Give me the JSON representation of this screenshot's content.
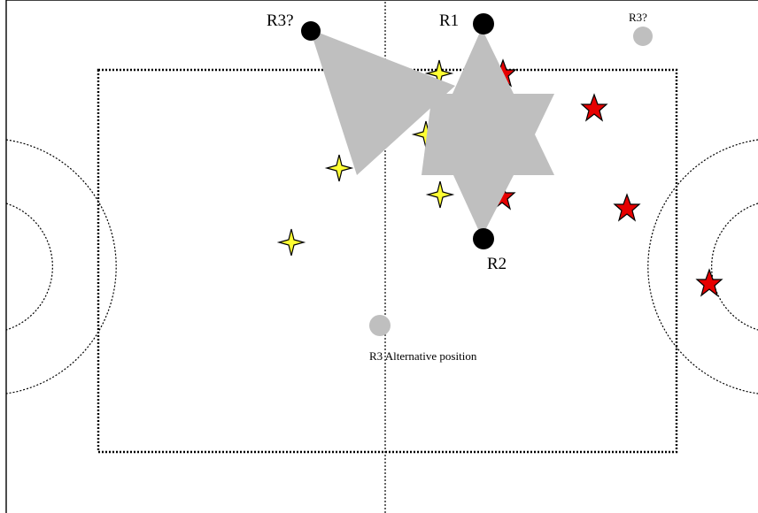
{
  "labels": {
    "r1": "R1",
    "r2": "R2",
    "r3_left": "R3?",
    "r3_right": "R3?",
    "r3_alt": "R3 Alternative position"
  },
  "colors": {
    "referee": "#000000",
    "referee_alt": "#bfbfbf",
    "vision_cone": "#bfbfbf",
    "team_yellow": "#ffff33",
    "team_red": "#e60000",
    "lines": "#000000",
    "background": "#ffffff"
  },
  "icons": {
    "attacker": "four-point-star-icon",
    "defender": "five-point-star-icon",
    "referee": "referee-disc-icon"
  }
}
